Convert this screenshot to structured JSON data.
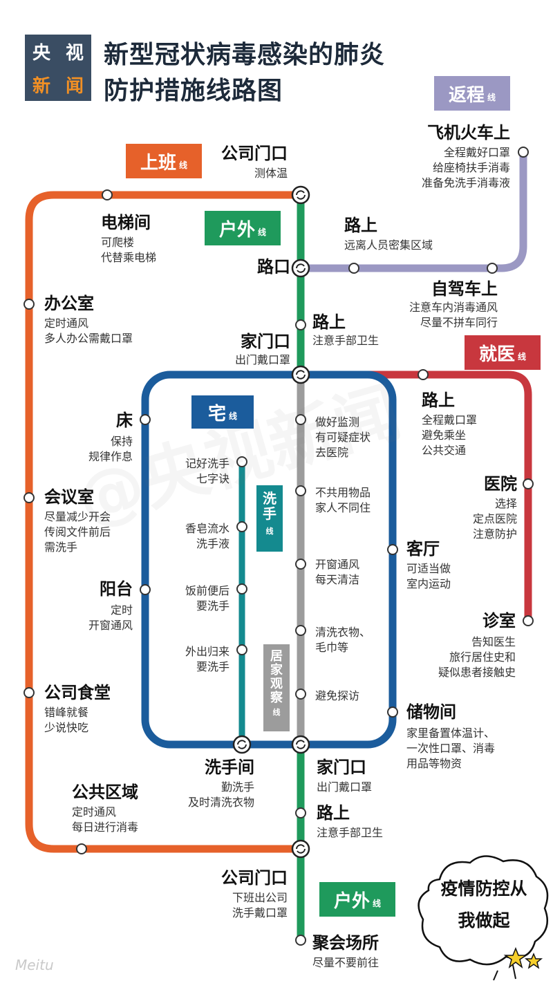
{
  "header": {
    "logo": [
      "央",
      "视",
      "新",
      "闻"
    ],
    "title_line1": "新型冠状病毒感染的肺炎",
    "title_line2": "防护措施线路图"
  },
  "watermark": "@央视新闻",
  "brand": "Meitu",
  "colors": {
    "work_line": "#e6612a",
    "outdoor_line": "#1f9a5c",
    "return_line": "#9b98c3",
    "medical_line": "#c8373e",
    "home_line": "#1b5c9c",
    "hand_line": "#148a8f",
    "observe_line": "#9c9c9c"
  },
  "line_tags": {
    "work": {
      "big": "上班",
      "small": "线"
    },
    "outdoor_top": {
      "big": "户外",
      "small": "线"
    },
    "return": {
      "big": "返程",
      "small": "线"
    },
    "medical": {
      "big": "就医",
      "small": "线"
    },
    "home": {
      "big": "宅",
      "small": "线"
    },
    "hand": {
      "big": "洗\n手",
      "small": "线"
    },
    "observe": {
      "big": "居\n家\n观\n察",
      "small": "线"
    },
    "outdoor_bottom": {
      "big": "户外",
      "small": "线"
    }
  },
  "stations": {
    "company_door_top": {
      "name": "公司门口",
      "desc": "测体温"
    },
    "plane_train": {
      "name": "飞机火车上",
      "desc": "全程戴好口罩\n给座椅扶手消毒\n准备免洗手消毒液"
    },
    "elevator": {
      "name": "电梯间",
      "desc": "可爬楼\n代替乘电梯"
    },
    "road_return": {
      "name": "路上",
      "desc": "远离人员密集区域"
    },
    "crossing": {
      "name": "路口",
      "desc": ""
    },
    "self_drive": {
      "name": "自驾车上",
      "desc": "注意车内消毒通风\n尽量不拼车同行"
    },
    "office": {
      "name": "办公室",
      "desc": "定时通风\n多人办公需戴口罩"
    },
    "road_hygiene_top": {
      "name": "路上",
      "desc": "注意手部卫生"
    },
    "home_door_top": {
      "name": "家门口",
      "desc": "出门戴口罩"
    },
    "road_medical": {
      "name": "路上",
      "desc": "全程戴口罩\n避免乘坐\n公共交通"
    },
    "bed": {
      "name": "床",
      "desc": "保持\n规律作息"
    },
    "hospital": {
      "name": "医院",
      "desc": "选择\n定点医院\n注意防护"
    },
    "meeting_room": {
      "name": "会议室",
      "desc": "尽量减少开会\n传阅文件前后\n需洗手"
    },
    "living_room": {
      "name": "客厅",
      "desc": "可适当做\n室内运动"
    },
    "balcony": {
      "name": "阳台",
      "desc": "定时\n开窗通风"
    },
    "clinic": {
      "name": "诊室",
      "desc": "告知医生\n旅行居住史和\n疑似患者接触史"
    },
    "canteen": {
      "name": "公司食堂",
      "desc": "错峰就餐\n少说快吃"
    },
    "storage": {
      "name": "储物间",
      "desc": "家里备置体温计、\n一次性口罩、消毒\n用品等物资"
    },
    "washroom": {
      "name": "洗手间",
      "desc": "勤洗手\n及时清洗衣物"
    },
    "home_door_bottom": {
      "name": "家门口",
      "desc": "出门戴口罩"
    },
    "public_area": {
      "name": "公共区域",
      "desc": "定时通风\n每日进行消毒"
    },
    "road_hygiene_bottom": {
      "name": "路上",
      "desc": "注意手部卫生"
    },
    "company_door_bottom": {
      "name": "公司门口",
      "desc": "下班出公司\n洗手戴口罩"
    },
    "gathering": {
      "name": "聚会场所",
      "desc": "尽量不要前往"
    }
  },
  "hand_stops": {
    "s1": "记好洗手\n七字诀",
    "s2": "香皂流水\n洗手液",
    "s3": "饭前便后\n要洗手",
    "s4": "外出归来\n要洗手"
  },
  "observe_stops": {
    "s1": "做好监测\n有可疑症状\n去医院",
    "s2": "不共用物品\n家人不同住",
    "s3": "开窗通风\n每天清洁",
    "s4": "清洗衣物、\n毛巾等",
    "s5": "避免探访"
  },
  "slogan": {
    "line1": "疫情防控从",
    "line2": "我做起"
  }
}
